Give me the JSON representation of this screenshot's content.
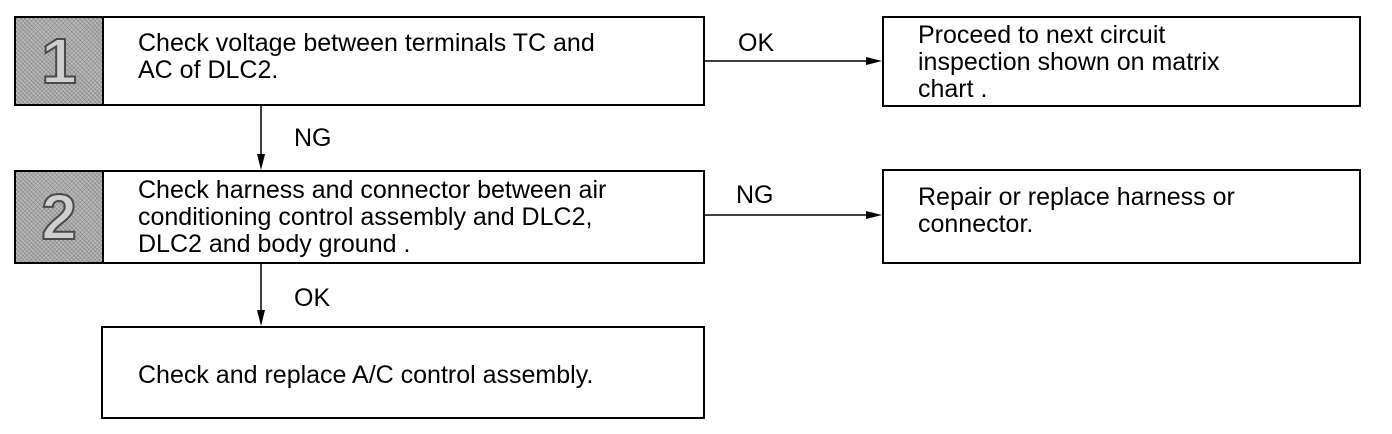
{
  "steps": [
    {
      "number": "1",
      "text": "Check voltage between terminals TC and\nAC of DLC2."
    },
    {
      "number": "2",
      "text": "Check harness and connector between air\nconditioning control assembly and DLC2,\nDLC2 and body ground ."
    }
  ],
  "outcomes": {
    "proceed": "Proceed to next circuit\ninspection shown on matrix\nchart .",
    "repair": "Repair or replace harness or\nconnector.",
    "replace": "Check and replace A/C control assembly."
  },
  "edge_labels": {
    "step1_right": "OK",
    "step1_down": "NG",
    "step2_right": "NG",
    "step2_down": "OK"
  }
}
